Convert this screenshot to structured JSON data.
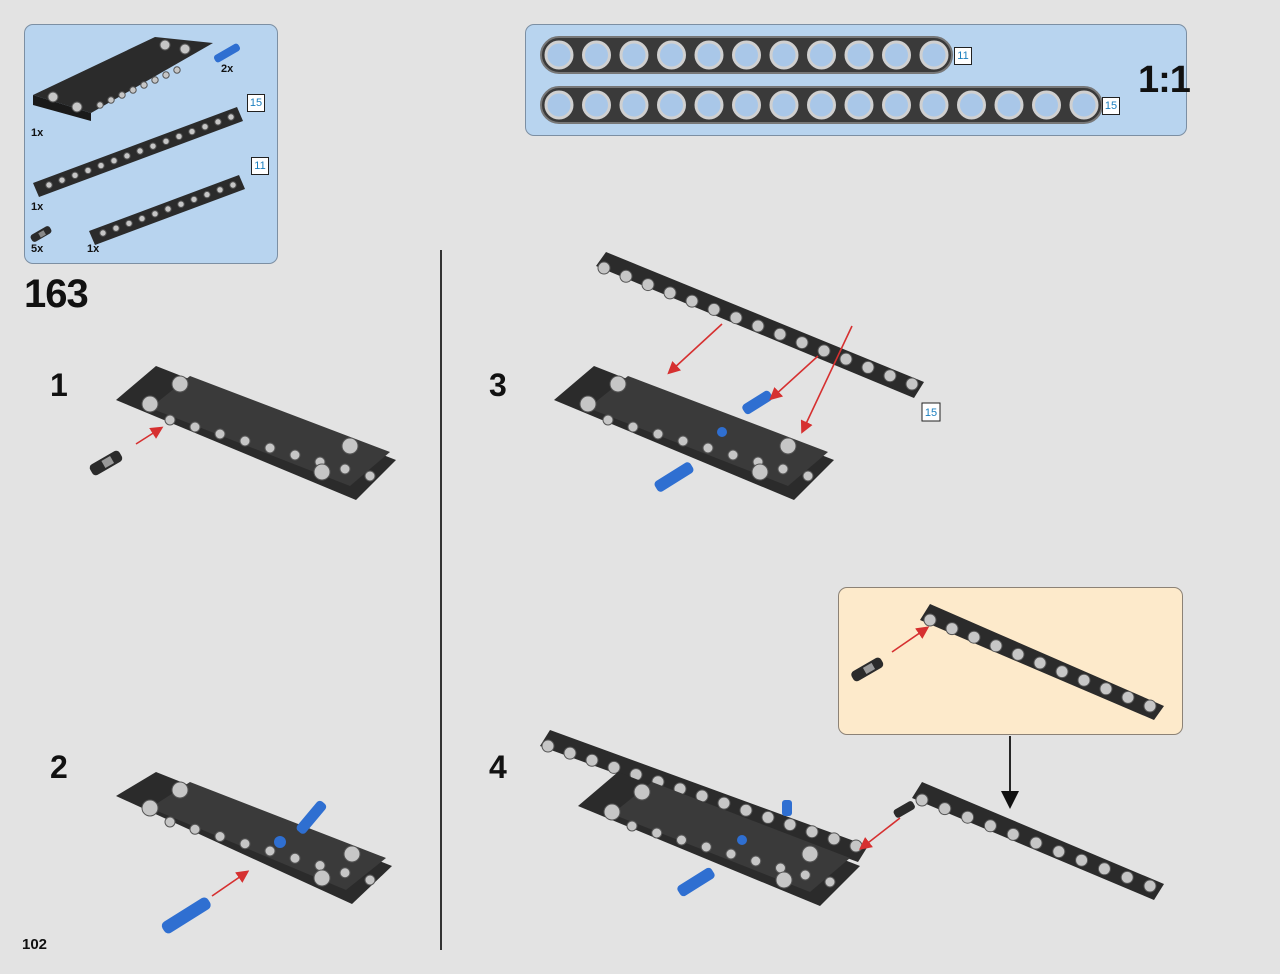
{
  "page": {
    "number": "102"
  },
  "step": {
    "number": "163"
  },
  "parts_list": {
    "quantities": {
      "frame": "1x",
      "pin_blue": "2x",
      "beam_15": "1x",
      "beam_11": "1x",
      "pin_black": "5x"
    },
    "length_tags": {
      "beam_15": "15",
      "beam_11": "11"
    }
  },
  "scale_reference": {
    "label": "1:1",
    "beams": [
      {
        "length": "11",
        "holes": 11
      },
      {
        "length": "15",
        "holes": 15
      }
    ]
  },
  "substeps": [
    {
      "label": "1"
    },
    {
      "label": "2"
    },
    {
      "label": "3",
      "length_tag": "15"
    },
    {
      "label": "4"
    }
  ],
  "colors": {
    "page_bg": "#e3e3e3",
    "parts_box_bg": "#b8d4ef",
    "callout_bg": "#fdeacb",
    "beam_black": "#2b2b2b",
    "hole_gray": "#c6c6c6",
    "pin_blue": "#2f6fd1",
    "arrow_red": "#d63030",
    "tag_text": "#1b7fbf"
  }
}
